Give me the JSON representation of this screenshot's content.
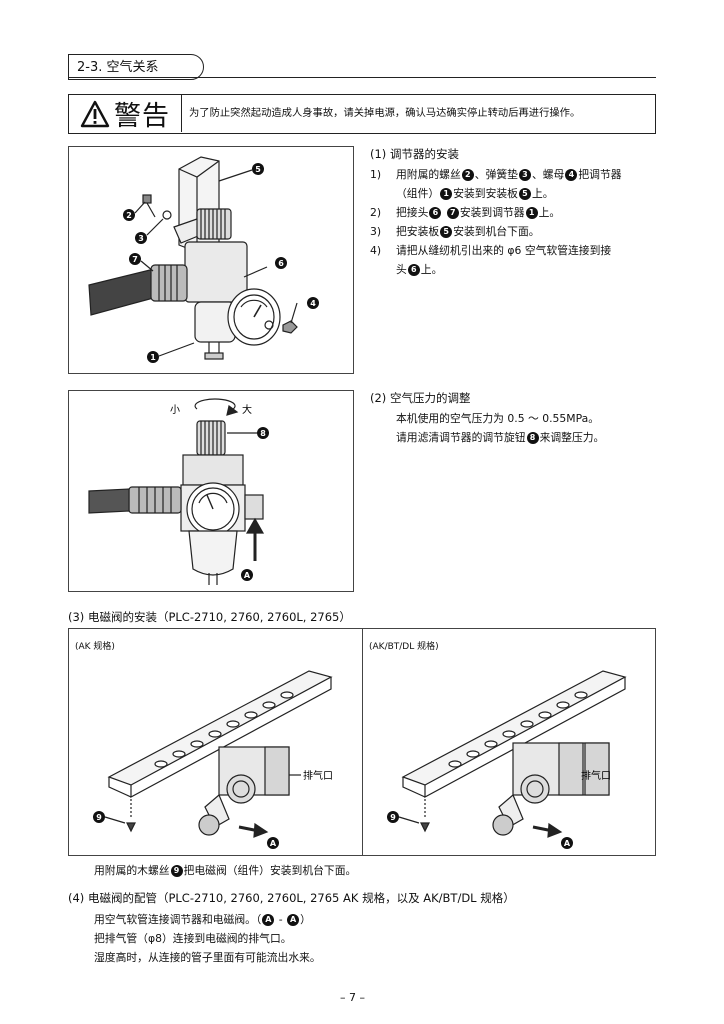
{
  "section": {
    "title": "2-3. 空气关系"
  },
  "warning": {
    "title": "警告",
    "text": "为了防止突然起动造成人身事故，请关掉电源，确认马达确实停止转动后再进行操作。"
  },
  "fig1": {
    "callouts": [
      "❶",
      "❷",
      "❸",
      "❹",
      "❺",
      "❻",
      "❼"
    ]
  },
  "step1": {
    "heading": "(1) 调节器的安装",
    "items": [
      {
        "num": "1)",
        "pre": "用附属的螺丝",
        "mark1": "2",
        "mid1": "、弹簧垫",
        "mark2": "3",
        "mid2": "、螺母",
        "mark3": "4",
        "mid3": "把调节器",
        "line2pre": "（组件）",
        "mark4": "1",
        "mid4": "安装到安装板",
        "mark5": "5",
        "post": "上。"
      },
      {
        "num": "2)",
        "pre": "把接头",
        "mark1": "6",
        "mid1": " ",
        "mark2": "7",
        "mid2": "安装到调节器",
        "mark3": "1",
        "post": "上。"
      },
      {
        "num": "3)",
        "pre": "把安装板",
        "mark1": "5",
        "post": "安装到机台下面。"
      },
      {
        "num": "4)",
        "pre": "请把从缝纫机引出来的 φ6 空气软管连接到接",
        "line2pre": "头",
        "mark1": "6",
        "post": "上。"
      }
    ]
  },
  "fig2": {
    "small": "小",
    "large": "大",
    "callout8": "8",
    "calloutA": "A"
  },
  "step2": {
    "heading": "(2) 空气压力的调整",
    "line1": "本机使用的空气压力为 0.5 ～ 0.55MPa。",
    "line2pre": "请用滤清调节器的调节旋钮",
    "mark": "8",
    "line2post": "来调整压力。"
  },
  "step3": {
    "heading": "(3) 电磁阀的安装（PLC-2710, 2760, 2760L, 2765）",
    "panel_left": {
      "label": "(AK 规格)",
      "exhaust": "排气口",
      "callout9": "9",
      "calloutA": "A"
    },
    "panel_right": {
      "label": "(AK/BT/DL 规格)",
      "exhaust": "排气口",
      "callout9": "9",
      "calloutA": "A"
    },
    "caption_pre": "用附属的木螺丝",
    "caption_mark": "9",
    "caption_post": "把电磁阀（组件）安装到机台下面。"
  },
  "step4": {
    "heading": "(4) 电磁阀的配管（PLC-2710, 2760, 2760L, 2765 AK 规格，以及 AK/BT/DL 规格）",
    "line1pre": "用空气软管连接调节器和电磁阀。（",
    "mark_a1": "A",
    "line1mid": " - ",
    "mark_a2": "A",
    "line1post": "）",
    "line2": "把排气管（φ8）连接到电磁阀的排气口。",
    "line3": "湿度高时，从连接的管子里面有可能流出水来。"
  },
  "page": {
    "number": "– 7 –"
  }
}
